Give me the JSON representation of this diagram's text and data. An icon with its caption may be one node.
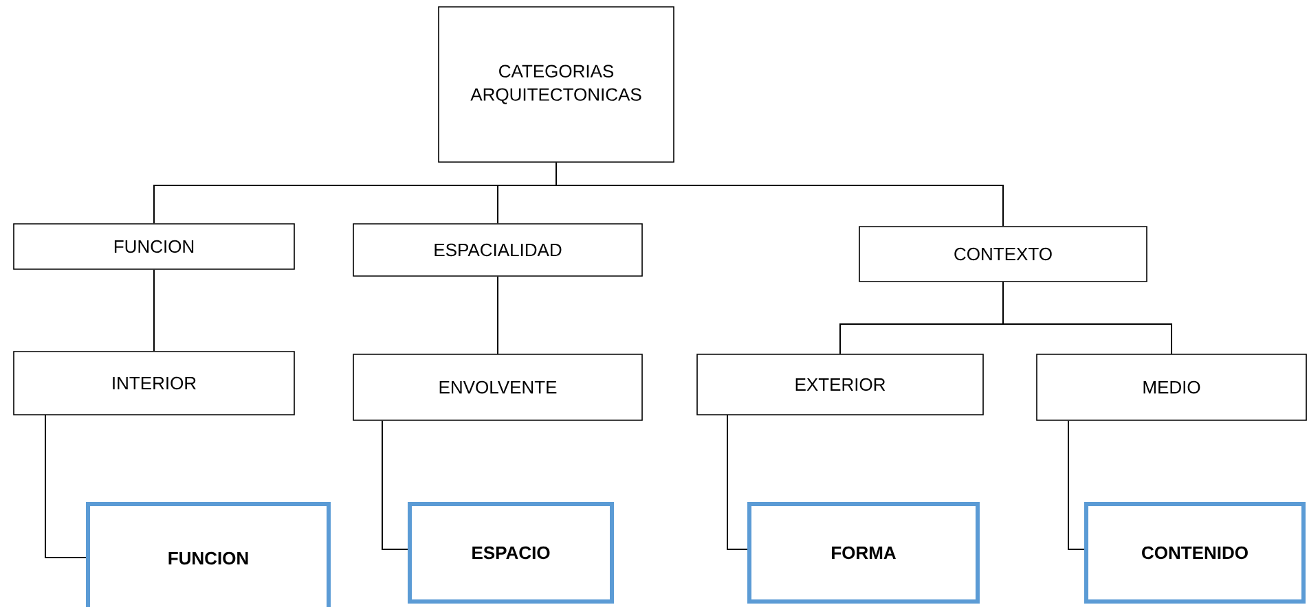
{
  "diagram": {
    "nodes": [
      {
        "text": [
          "CATEGORIAS ARQUITECTONICAS"
        ]
      },
      {
        "text": [
          "FUNCION"
        ]
      },
      {
        "text": [
          "ESPACIALIDAD"
        ]
      },
      {
        "text": [
          "CONTEXTO"
        ]
      },
      {
        "text": [
          "INTERIOR"
        ]
      },
      {
        "text": [
          "ENVOLVENTE"
        ]
      },
      {
        "text": [
          "EXTERIOR"
        ]
      },
      {
        "text": [
          "MEDIO"
        ]
      },
      {
        "text": [
          "FUNCION"
        ]
      },
      {
        "text": [
          "ESPACIO"
        ]
      },
      {
        "text": [
          "FORMA"
        ]
      },
      {
        "text": [
          "CONTENIDO"
        ]
      }
    ],
    "edges": [
      {
        "from": 0,
        "to": 1,
        "arrow": "none"
      },
      {
        "from": 0,
        "to": 2,
        "arrow": "none"
      },
      {
        "from": 0,
        "to": 3,
        "arrow": "none"
      },
      {
        "from": 1,
        "to": 4,
        "arrow": "none"
      },
      {
        "from": 2,
        "to": 5,
        "arrow": "none"
      },
      {
        "from": 3,
        "to": 6,
        "arrow": "none"
      },
      {
        "from": 3,
        "to": 7,
        "arrow": "none"
      },
      {
        "from": 4,
        "to": 8,
        "arrow": "none"
      },
      {
        "from": 5,
        "to": 9,
        "arrow": "none"
      },
      {
        "from": 6,
        "to": 10,
        "arrow": "none"
      },
      {
        "from": 7,
        "to": 11,
        "arrow": "none"
      }
    ]
  }
}
